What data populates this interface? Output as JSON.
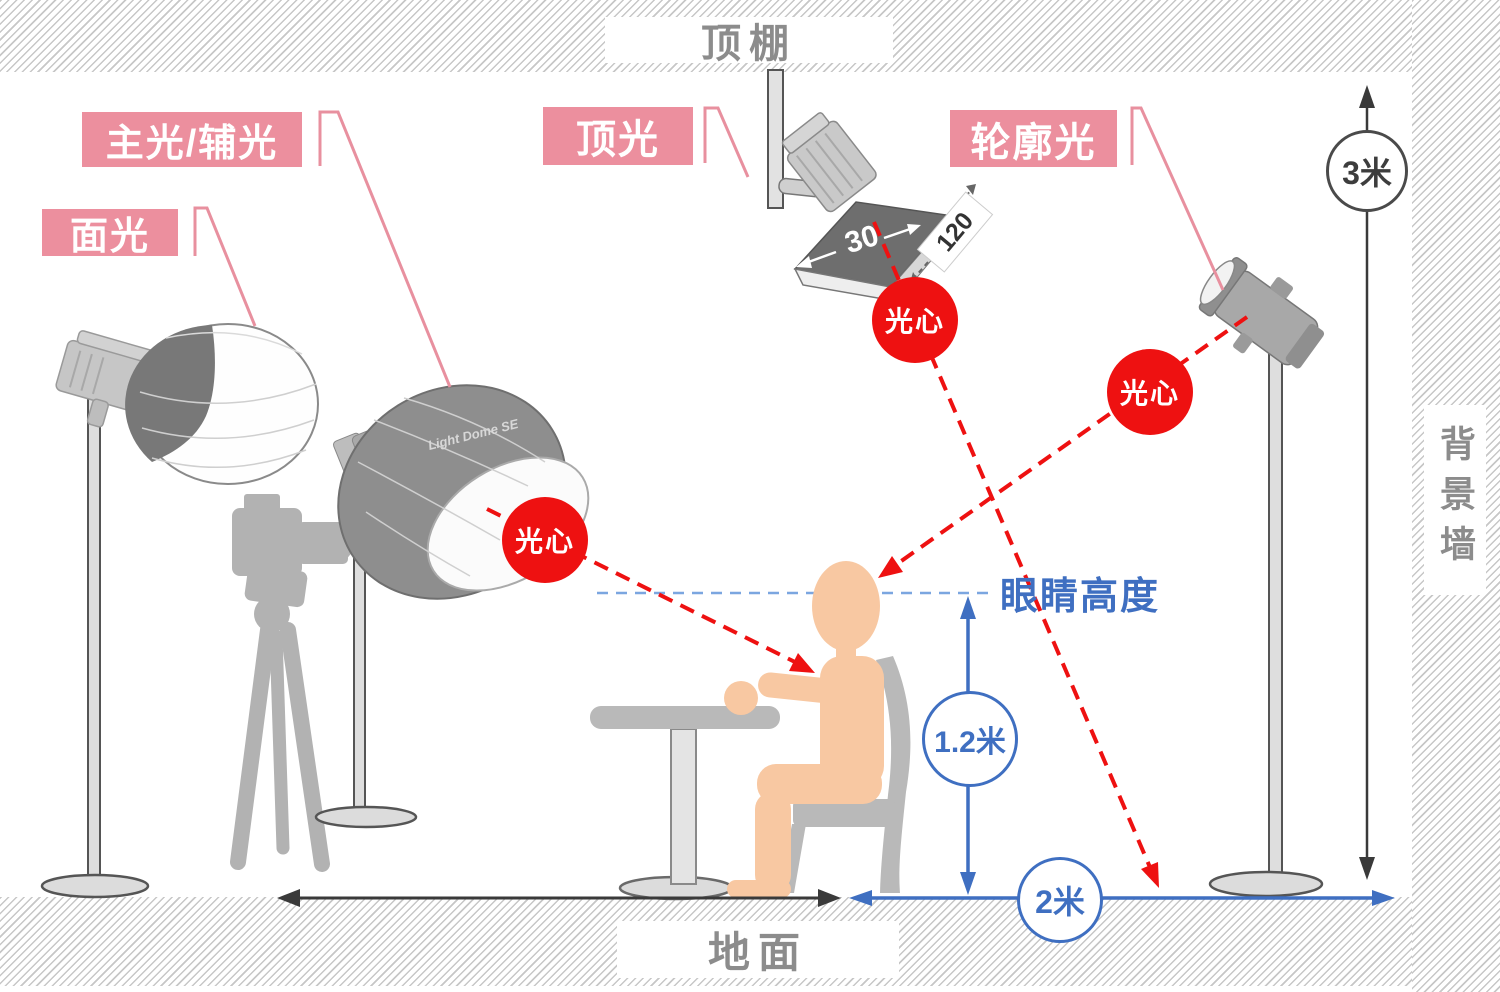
{
  "scene": {
    "ceiling_label": "顶棚",
    "ground_label": "地面",
    "wall_label": "背景墙"
  },
  "light_labels": {
    "main_fill": "主光/辅光",
    "face": "面光",
    "top": "顶光",
    "rim": "轮廓光"
  },
  "annotations": {
    "light_center": "光心",
    "eye_height": "眼睛高度"
  },
  "measurements": {
    "wall_height": "3米",
    "eye_height": "1.2米",
    "floor_distance": "2米",
    "panel_width": "30",
    "panel_depth": "120"
  },
  "equipment": {
    "softbox_logo": "Light Dome SE"
  },
  "colors": {
    "label_pink": "#ec8f9e",
    "beam_red": "#ee1111",
    "dimension_blue": "#3f6fc1",
    "text_gray": "#8c8c8c",
    "figure_skin": "#f8c8a2"
  }
}
